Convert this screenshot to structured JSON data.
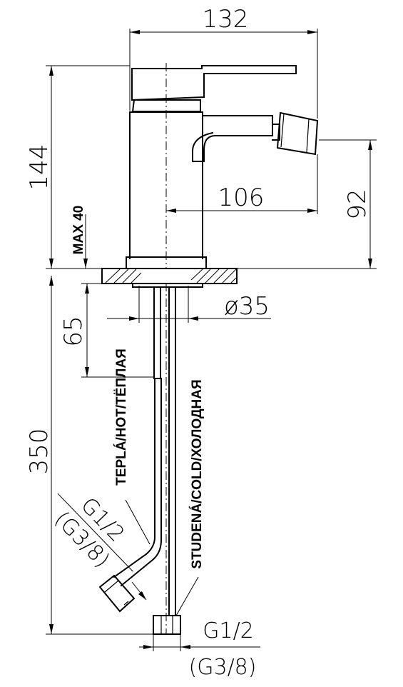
{
  "dimensions": {
    "width_total": "132",
    "height_total": "144",
    "spout_reach": "106",
    "spout_height": "92",
    "max_deck": "MAX 40",
    "deck_depth": "65",
    "base_diameter": "ø35",
    "hose_length": "350"
  },
  "threads": {
    "hot_primary": "G1/2",
    "hot_secondary": "(G3/8)",
    "cold_primary": "G1/2",
    "cold_secondary": "(G3/8)"
  },
  "hoses": {
    "hot_label": "TEPLÁ/HOT/TЁПЛАЯ",
    "cold_label": "STUDENÁ/COLD/ХОЛОДНАЯ"
  }
}
